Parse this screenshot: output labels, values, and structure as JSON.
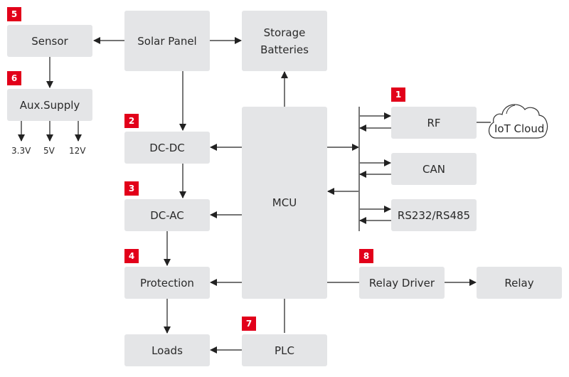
{
  "blocks": {
    "sensor": "Sensor",
    "solar_panel": "Solar Panel",
    "storage_batteries_line1": "Storage",
    "storage_batteries_line2": "Batteries",
    "aux_supply": "Aux.Supply",
    "dc_dc": "DC-DC",
    "dc_ac": "DC-AC",
    "protection": "Protection",
    "loads": "Loads",
    "mcu": "MCU",
    "plc": "PLC",
    "rf": "RF",
    "can": "CAN",
    "rs232_rs485": "RS232/RS485",
    "relay_driver": "Relay Driver",
    "relay": "Relay",
    "iot_cloud": "IoT Cloud"
  },
  "badges": {
    "rf": "1",
    "dc_dc": "2",
    "dc_ac": "3",
    "protection": "4",
    "sensor": "5",
    "aux_supply": "6",
    "plc": "7",
    "relay_driver": "8"
  },
  "voltages": [
    "3.3V",
    "5V",
    "12V"
  ],
  "colors": {
    "badge": "#e2001a",
    "block": "#e4e5e7",
    "arrow": "#222222"
  }
}
